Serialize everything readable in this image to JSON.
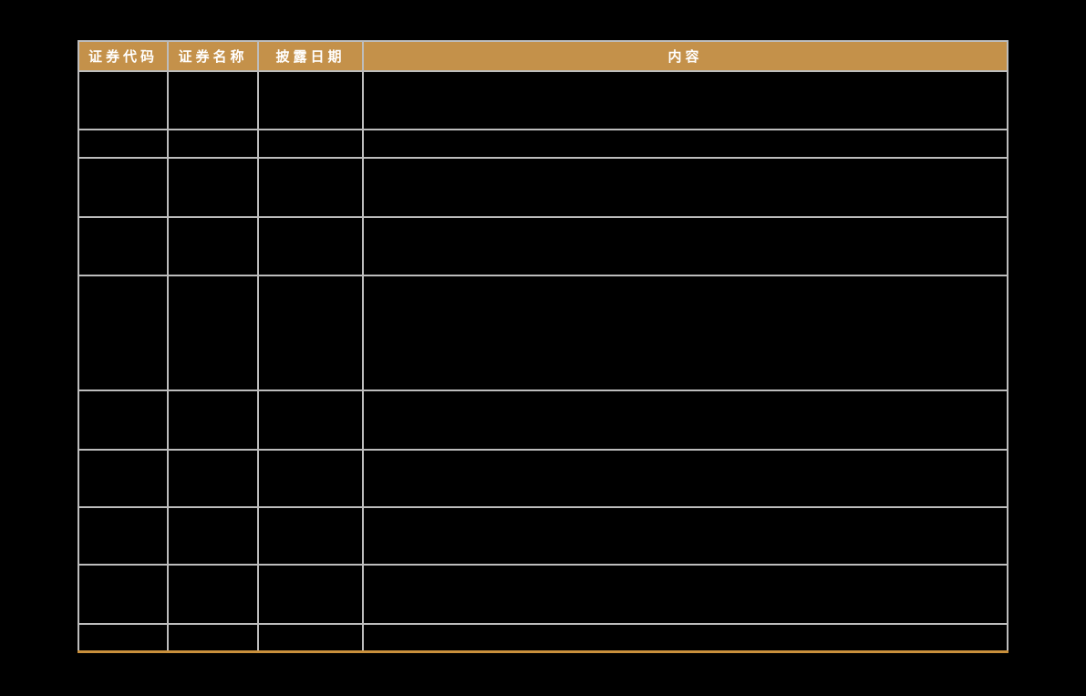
{
  "table": {
    "headers": [
      {
        "label": "证券代码"
      },
      {
        "label": "证券名称"
      },
      {
        "label": "披露日期"
      },
      {
        "label": "内容"
      }
    ],
    "rows": [
      {
        "code": "",
        "name": "",
        "date": "",
        "content": ""
      },
      {
        "code": "",
        "name": "",
        "date": "",
        "content": ""
      },
      {
        "code": "",
        "name": "",
        "date": "",
        "content": ""
      },
      {
        "code": "",
        "name": "",
        "date": "",
        "content": ""
      },
      {
        "code": "",
        "name": "",
        "date": "",
        "content": ""
      },
      {
        "code": "",
        "name": "",
        "date": "",
        "content": ""
      },
      {
        "code": "",
        "name": "",
        "date": "",
        "content": ""
      },
      {
        "code": "",
        "name": "",
        "date": "",
        "content": ""
      },
      {
        "code": "",
        "name": "",
        "date": "",
        "content": ""
      },
      {
        "code": "",
        "name": "",
        "date": "",
        "content": ""
      }
    ],
    "colors": {
      "header_background": "#C4914A",
      "header_text": "#FFFFFF",
      "grid_border": "#BDBDBD",
      "bottom_rule": "#C9903C",
      "cell_background": "#000000",
      "page_background": "#000000"
    }
  }
}
